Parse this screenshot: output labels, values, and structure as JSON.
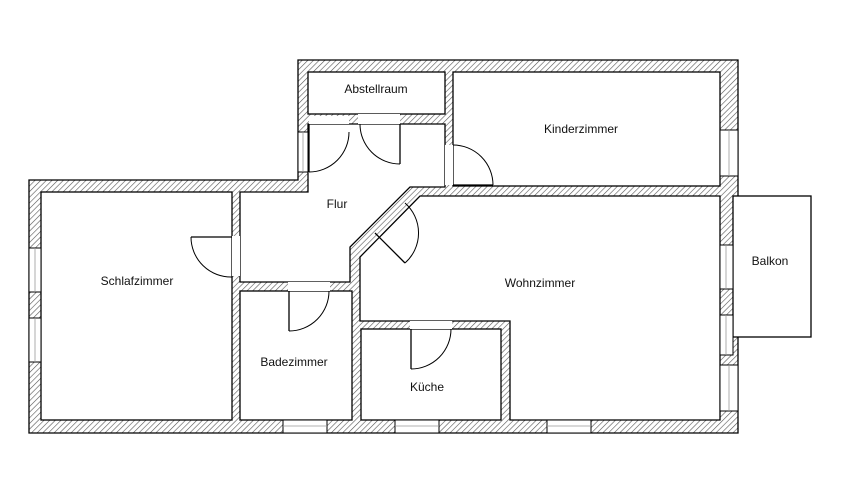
{
  "floorplan": {
    "rooms": {
      "abstellraum": "Abstellraum",
      "kinderzimmer": "Kinderzimmer",
      "flur": "Flur",
      "schlafzimmer": "Schlafzimmer",
      "wohnzimmer": "Wohnzimmer",
      "balkon": "Balkon",
      "badezimmer": "Badezimmer",
      "kueche": "Küche"
    }
  }
}
